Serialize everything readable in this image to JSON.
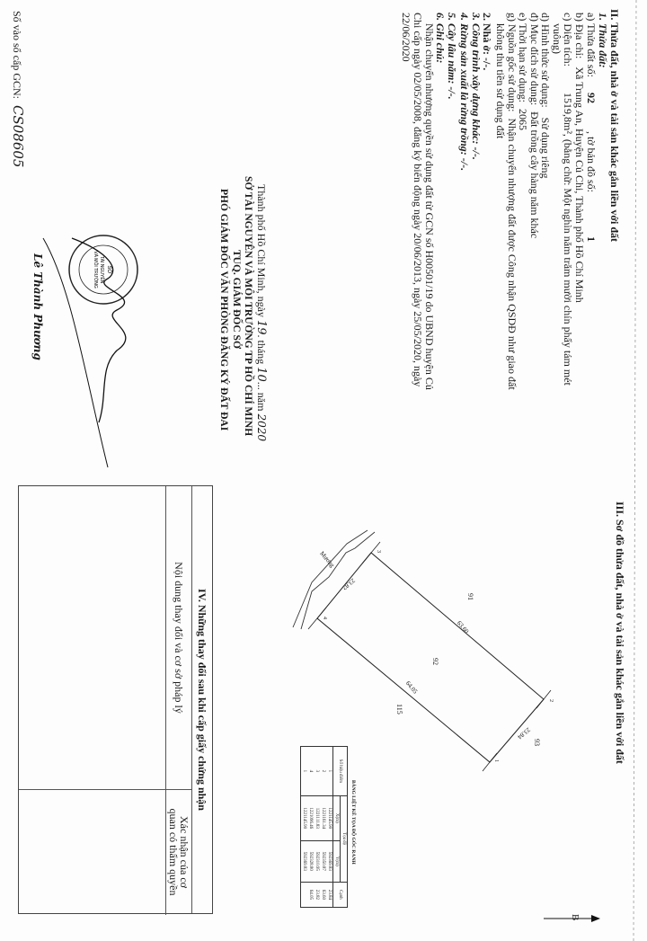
{
  "section2": {
    "title": "II. Thửa đất, nhà ở và tài sản khác gắn liền với đất",
    "land_heading": "1. Thửa đất:",
    "parcel_label": "a) Thửa đất số:",
    "parcel_number": "92",
    "map_sheet_label": ", tờ bản đồ số:",
    "map_sheet_number": "1",
    "address_label": "b) Địa chỉ:",
    "address": "Xã Trung An, Huyện Củ Chi, Thành phố Hồ Chí Minh",
    "area_label": "c) Diện tích:",
    "area": "1519,8m², (bằng chữ: Một nghìn năm trăm mười chín phẩy tám mét",
    "area_cont": "vuông)",
    "usage_form_label": "d) Hình thức sử dụng:",
    "usage_form": "Sử dụng riêng",
    "purpose_label": "đ) Mục đích sử dụng:",
    "purpose": "Đất trồng cây hàng năm khác",
    "term_label": "e) Thời hạn sử dụng:",
    "term": "2065",
    "origin_label": "g) Nguồn gốc sử dụng:",
    "origin": "Nhận chuyển nhượng đất được Công nhận QSDĐ như giao đất",
    "origin_cont": "không thu tiền sử dụng đất",
    "house": "2. Nhà ở: -/-.",
    "other_works": "3. Công trình xây dựng khác: -/-.",
    "forest": "4. Rừng sản xuất là rừng trồng: -/-.",
    "perennial": "5. Cây lâu năm: -/-.",
    "notes_heading": "6. Ghi chú:",
    "notes_line1": "Nhận chuyển nhượng quyền sử dụng đất từ GCN số H00501/19 do UBND huyện Củ",
    "notes_line2": "Chi cấp ngày 02/05/2008, đăng ký biến động ngày 20/06/2013, ngày 25/05/2020, ngày",
    "notes_line3": "22/06/2020"
  },
  "signature_block": {
    "place_date_prefix": "Thành phố Hồ Chí Minh, ngày",
    "day": "19",
    "month_label": "tháng",
    "month": "10",
    "year_label": "năm",
    "year": "2020",
    "agency": "SỞ TÀI NGUYÊN VÀ MÔI TRƯỜNG TP HỒ CHÍ MINH",
    "authority": "TUQ. GIÁM ĐỐC SỞ",
    "position": "PHÓ GIÁM ĐỐC VĂN PHÒNG ĐĂNG KÝ ĐẤT ĐAI",
    "signer": "Lê Thành Phương",
    "stamp_text": "CỘNG HÒA XHCN VIỆT NAM · THÀNH PHỐ HỒ CHÍ MINH · SỞ TÀI NGUYÊN VÀ MÔI TRƯỜNG"
  },
  "registry": {
    "label": "Số vào sổ cấp GCN:",
    "number": "CS08605"
  },
  "section3": {
    "title": "III. Sơ đồ thửa đất, nhà ở và tài sản khác gắn liền với đất",
    "north_label": "B",
    "parcel_labels": {
      "main": "92",
      "north_neighbor": "91",
      "south_neighbor": "115",
      "east_neighbor": "93",
      "canal": "Mương"
    },
    "edge_labels": {
      "e12": "23.84",
      "e23": "63.60",
      "e34": "23.82",
      "e41": "64.05"
    },
    "point_labels": [
      "1",
      "2",
      "3",
      "4"
    ]
  },
  "coord_table": {
    "title": "BẢNG LIỆT KÊ TỌA ĐỘ GÓC RANH",
    "col_point": "Số hiệu điểm",
    "col_coords": "Tọa độ",
    "col_x": "X(m)",
    "col_y": "Y(m)",
    "col_edge": "Cạnh",
    "rows": [
      {
        "point": "1",
        "x": "1221145.90",
        "y": "592369.83",
        "edge": "23.84"
      },
      {
        "point": "2",
        "x": "1221161.34",
        "y": "592350.87",
        "edge": "63.60"
      },
      {
        "point": "3",
        "x": "1221111.83",
        "y": "592310.95",
        "edge": "23.82"
      },
      {
        "point": "4",
        "x": "1221096.46",
        "y": "592328.80",
        "edge": "64.05"
      },
      {
        "point": "1",
        "x": "1221145.90",
        "y": "592369.83",
        "edge": ""
      }
    ]
  },
  "section4": {
    "title": "IV. Những thay đổi sau khi cấp giấy chứng nhận",
    "col_changes": "Nội dung thay đổi và cơ sở pháp lý",
    "col_confirm": "Xác nhận của cơ quan có thẩm quyền"
  }
}
